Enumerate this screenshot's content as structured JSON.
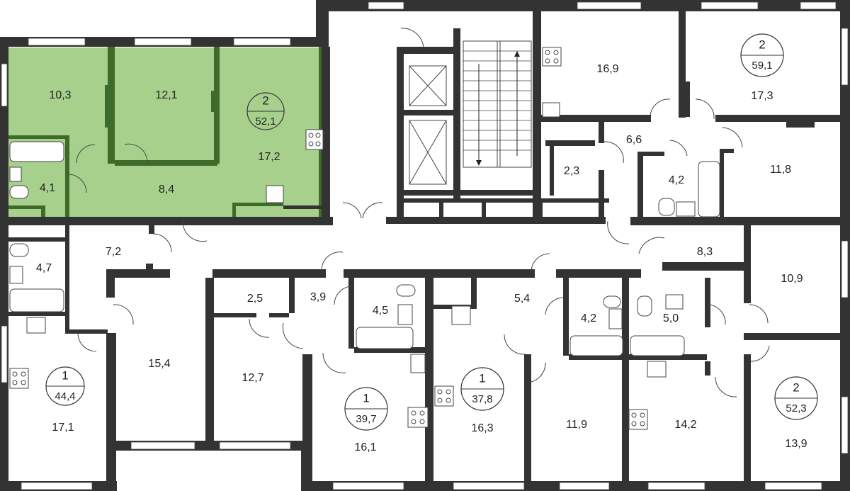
{
  "highlight_color": "#a8d08d",
  "wall_color": "#333333",
  "apartments": [
    {
      "rooms": "2",
      "total": "52,1",
      "highlighted": true
    },
    {
      "rooms": "2",
      "total": "59,1",
      "highlighted": false
    },
    {
      "rooms": "1",
      "total": "44,4",
      "highlighted": false
    },
    {
      "rooms": "1",
      "total": "39,7",
      "highlighted": false
    },
    {
      "rooms": "1",
      "total": "37,8",
      "highlighted": false
    },
    {
      "rooms": "2",
      "total": "52,3",
      "highlighted": false
    }
  ],
  "rooms": [
    "10,3",
    "12,1",
    "17,2",
    "4,1",
    "8,4",
    "16,9",
    "17,3",
    "6,6",
    "2,3",
    "4,2",
    "11,8",
    "7,2",
    "4,7",
    "8,3",
    "10,9",
    "2,5",
    "3,9",
    "4,5",
    "5,4",
    "4,2",
    "5,0",
    "15,4",
    "12,7",
    "17,1",
    "16,1",
    "16,3",
    "11,9",
    "14,2",
    "13,9"
  ],
  "icons": [
    "stove-icon",
    "sink-icon",
    "toilet-icon",
    "bathtub-icon",
    "elevator-icon",
    "stairs-icon",
    "door-swing-icon"
  ]
}
